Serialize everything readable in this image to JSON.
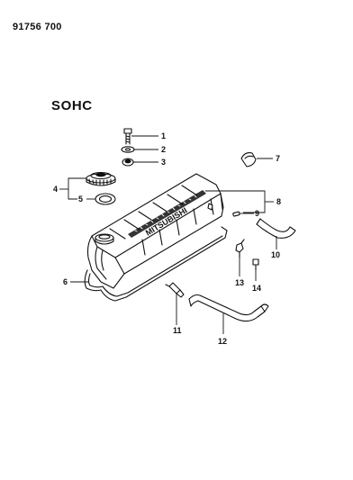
{
  "document": {
    "number": "91756 700",
    "variant_label": "SOHC",
    "logo_text": "MITSUBISHI"
  },
  "callouts": {
    "c1": "1",
    "c2": "2",
    "c3": "3",
    "c4": "4",
    "c5": "5",
    "c6": "6",
    "c7": "7",
    "c8": "8",
    "c9": "9",
    "c10": "10",
    "c11": "11",
    "c12": "12",
    "c13": "13",
    "c14": "14"
  },
  "colors": {
    "ink": "#111111",
    "paper": "#ffffff"
  }
}
